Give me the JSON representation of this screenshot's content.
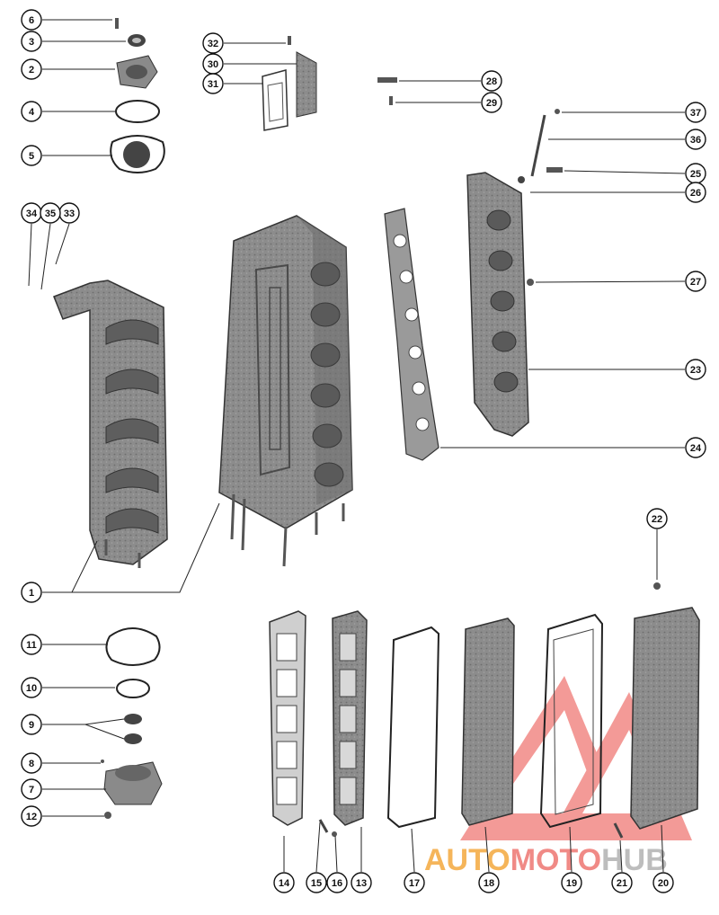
{
  "diagram": {
    "callouts": [
      {
        "n": "1"
      },
      {
        "n": "2"
      },
      {
        "n": "3"
      },
      {
        "n": "4"
      },
      {
        "n": "5"
      },
      {
        "n": "6"
      },
      {
        "n": "7"
      },
      {
        "n": "8"
      },
      {
        "n": "9"
      },
      {
        "n": "10"
      },
      {
        "n": "11"
      },
      {
        "n": "12"
      },
      {
        "n": "13"
      },
      {
        "n": "14"
      },
      {
        "n": "15"
      },
      {
        "n": "16"
      },
      {
        "n": "17"
      },
      {
        "n": "18"
      },
      {
        "n": "19"
      },
      {
        "n": "20"
      },
      {
        "n": "21"
      },
      {
        "n": "22"
      },
      {
        "n": "23"
      },
      {
        "n": "24"
      },
      {
        "n": "25"
      },
      {
        "n": "26"
      },
      {
        "n": "27"
      },
      {
        "n": "28"
      },
      {
        "n": "29"
      },
      {
        "n": "30"
      },
      {
        "n": "31"
      },
      {
        "n": "32"
      },
      {
        "n": "33"
      },
      {
        "n": "34"
      },
      {
        "n": "35"
      },
      {
        "n": "36"
      },
      {
        "n": "37"
      }
    ]
  },
  "watermark": {
    "part1": "AUTO",
    "part2": "MOTO",
    "part3": "HUB",
    "colors": {
      "auto": "#f5b55a",
      "moto": "#f08a86",
      "hub": "#bdbdbd",
      "logo": "#f07e7a"
    }
  }
}
